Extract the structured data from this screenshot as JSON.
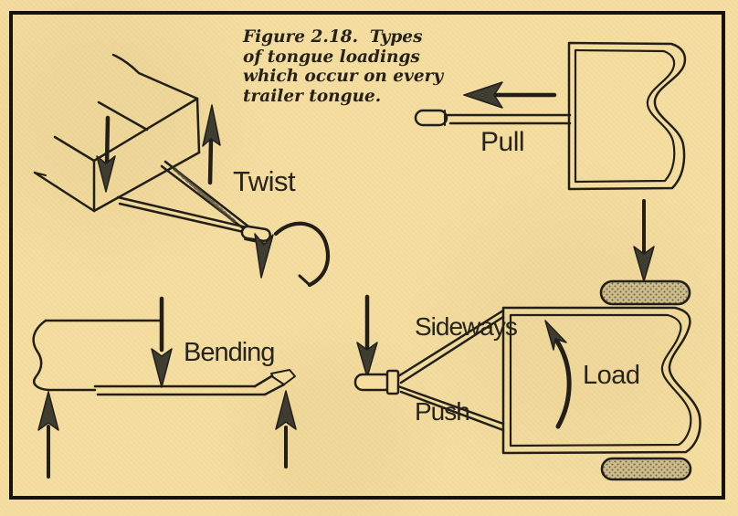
{
  "caption": {
    "line1": "Figure 2.18.  Types",
    "line2": "of tongue loadings",
    "line3": "which occur on every",
    "line4": "trailer tongue."
  },
  "labels": {
    "twist": "Twist",
    "pull": "Pull",
    "bending": "Bending",
    "sideways_line1": "Sideways",
    "sideways_line2": "Push",
    "load": "Load"
  },
  "icons": {
    "twist_down_arrow": "down-force-arrow",
    "twist_up_arrow": "up-force-arrow",
    "twist_rotation": "rotation-arrow",
    "pull_arrow": "left-pull-arrow",
    "wheel_down_arrow": "down-force-arrow",
    "sideways_down_arrow": "down-push-arrow",
    "load_arrow": "curved-load-arrow",
    "bending_down_arrow": "down-force-arrow",
    "bending_up_arrows": "up-reaction-arrows"
  },
  "colors": {
    "background": "#f4dd9f",
    "ink": "#211f18",
    "arrow_fill": "#3f3c32",
    "tire_fill": "#cdbb88",
    "tire_dots": "#6a6250",
    "frame_border": "#16130d"
  }
}
